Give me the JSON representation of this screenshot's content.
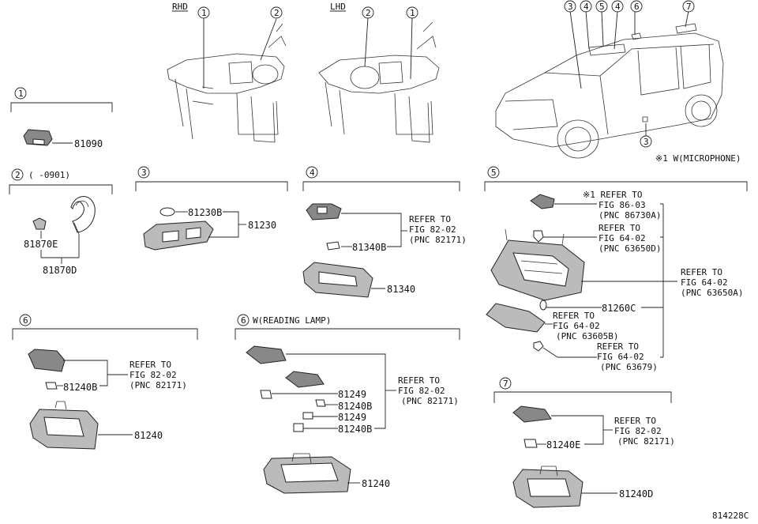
{
  "markers": {
    "m1": "1",
    "m2": "2",
    "m3": "3",
    "m4": "4",
    "m5": "5",
    "m6": "6",
    "m7": "7"
  },
  "header": {
    "rhd": "RHD",
    "lhd": "LHD",
    "mic_note": "※1 W(MICROPHONE)"
  },
  "sec2": {
    "note": "(   -0901)"
  },
  "sec6b": {
    "title": "W(READING LAMP)"
  },
  "parts": {
    "p81090": "81090",
    "p81870E": "81870E",
    "p81870D": "81870D",
    "p81230B": "81230B",
    "p81230": "81230",
    "p81340B": "81340B",
    "p81340": "81340",
    "p81260C": "81260C",
    "p81240B_6": "81240B",
    "p81240_6": "81240",
    "p81249_a": "81249",
    "p81240B_a": "81240B",
    "p81249_b": "81249",
    "p81240B_b": "81240B",
    "p81240_6b": "81240",
    "p81240E": "81240E",
    "p81240D": "81240D"
  },
  "refs": {
    "r4": [
      "REFER TO",
      "FIG 82-02",
      "(PNC 82171)"
    ],
    "r5a": [
      "※1 REFER TO",
      "FIG 86-03",
      "(PNC 86730A)"
    ],
    "r5b": [
      "REFER TO",
      "FIG 64-02",
      "(PNC 63650D)"
    ],
    "r5c": [
      "REFER TO",
      "FIG 64-02",
      "(PNC 63650A)"
    ],
    "r5d": [
      "REFER TO",
      "FIG 64-02",
      "(PNC 63605B)"
    ],
    "r5e": [
      "REFER TO",
      "FIG 64-02",
      "(PNC 63679)"
    ],
    "r6": [
      "REFER TO",
      "FIG 82-02",
      "(PNC 82171)"
    ],
    "r6b": [
      "REFER TO",
      "FIG 82-02",
      "(PNC 82171)"
    ],
    "r7": [
      "REFER TO",
      "FIG 82-02",
      "(PNC 82171)"
    ]
  },
  "footer": {
    "code": "814228C"
  }
}
